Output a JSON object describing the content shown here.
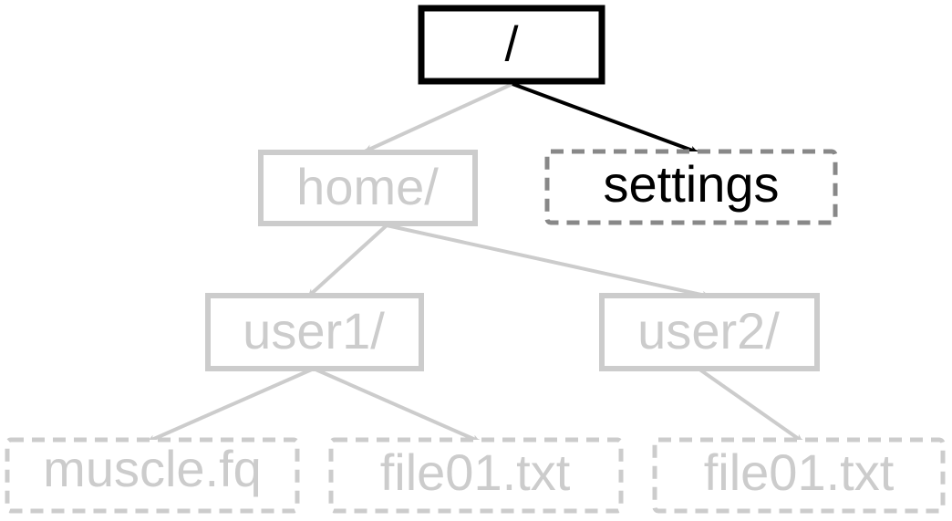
{
  "tree": {
    "nodes": {
      "root": {
        "label": "/",
        "kind": "directory",
        "state": "active"
      },
      "settings": {
        "label": "settings",
        "kind": "file",
        "state": "active"
      },
      "home": {
        "label": "home/",
        "kind": "directory",
        "state": "dimmed"
      },
      "user1": {
        "label": "user1/",
        "kind": "directory",
        "state": "dimmed"
      },
      "user2": {
        "label": "user2/",
        "kind": "directory",
        "state": "dimmed"
      },
      "muscle_fq": {
        "label": "muscle.fq",
        "kind": "file",
        "state": "dimmed"
      },
      "file01_user1": {
        "label": "file01.txt",
        "kind": "file",
        "state": "dimmed"
      },
      "file01_user2": {
        "label": "file01.txt",
        "kind": "file",
        "state": "dimmed"
      }
    },
    "edges": [
      {
        "from": "root",
        "to": "home",
        "state": "dimmed"
      },
      {
        "from": "root",
        "to": "settings",
        "state": "active"
      },
      {
        "from": "home",
        "to": "user1",
        "state": "dimmed"
      },
      {
        "from": "home",
        "to": "user2",
        "state": "dimmed"
      },
      {
        "from": "user1",
        "to": "muscle_fq",
        "state": "dimmed"
      },
      {
        "from": "user1",
        "to": "file01_user1",
        "state": "dimmed"
      },
      {
        "from": "user2",
        "to": "file01_user2",
        "state": "dimmed"
      }
    ],
    "colors": {
      "active_stroke": "#000000",
      "active_text": "#000000",
      "active_file_border": "#888888",
      "dimmed": "#cccccc"
    }
  }
}
